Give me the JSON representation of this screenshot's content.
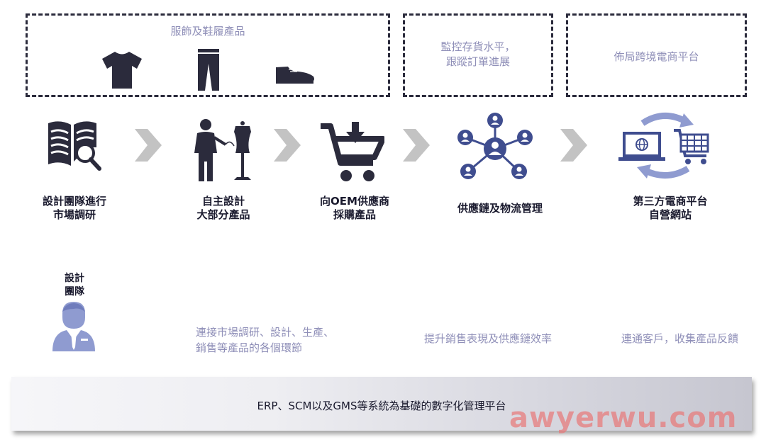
{
  "top_boxes": [
    {
      "title": "服飾及鞋履產品"
    },
    {
      "title_lines": [
        "監控存貨水平，",
        "跟蹤訂單進展"
      ]
    },
    {
      "title": "佈局跨境電商平台"
    }
  ],
  "product_icons": [
    "tshirt-icon",
    "pants-icon",
    "shoe-icon"
  ],
  "steps": [
    {
      "icon": "book-search-icon",
      "lines": [
        "設計團隊進行",
        "市場調研"
      ]
    },
    {
      "icon": "designer-mannequin-icon",
      "lines": [
        "自主設計",
        "大部分產品"
      ]
    },
    {
      "icon": "shopping-cart-icon",
      "lines": [
        "向OEM供應商",
        "採購產品"
      ]
    },
    {
      "icon": "network-people-icon",
      "lines": [
        "供應鏈及物流管理"
      ]
    },
    {
      "icon": "ecommerce-cycle-icon",
      "lines": [
        "第三方電商平台",
        "自營網站"
      ]
    }
  ],
  "team": {
    "icon": "team-person-icon",
    "lines": [
      "設計",
      "團隊"
    ]
  },
  "descriptions": [
    {
      "lines": [
        "連接市場調研、設計、生產、",
        "銷售等產品的各個環節"
      ]
    },
    {
      "lines": [
        "提升銷售表現及供應鏈效率"
      ]
    },
    {
      "lines": [
        "連通客戶，收集產品反饋"
      ]
    }
  ],
  "platform": {
    "label": "ERP、SCM以及GMS等系統為基礎的數字化管理平台"
  },
  "watermark": "awyerwu.com",
  "colors": {
    "icon_dark": "#2b2b3c",
    "icon_blue": "#3f4d8f",
    "accent_text": "#8f8fb8",
    "arrow_gray": "#c3c3c3",
    "person_blue": "#8f9bd0",
    "watermark": "#e87878"
  }
}
